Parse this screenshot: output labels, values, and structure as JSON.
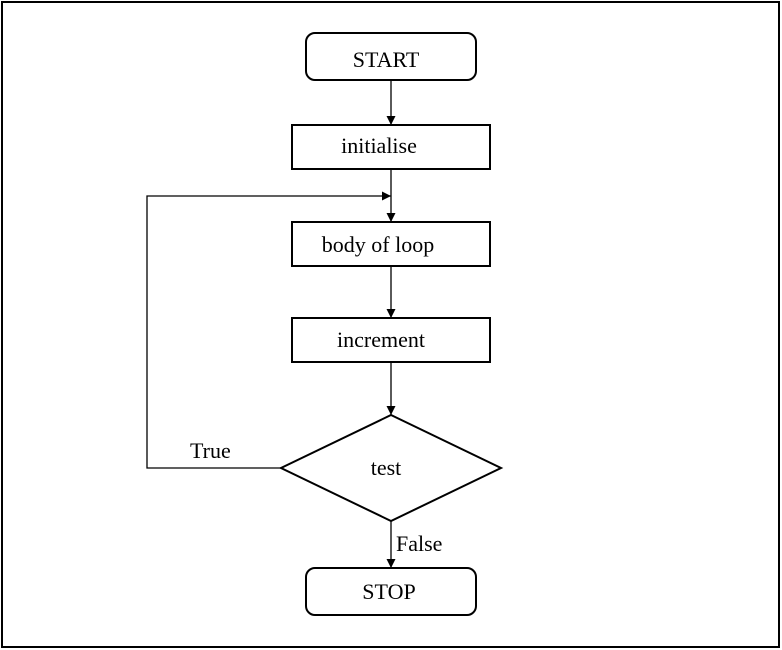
{
  "flowchart": {
    "nodes": {
      "start": "START",
      "initialise": "initialise",
      "body": "body of loop",
      "increment": "increment",
      "test": "test",
      "stop": "STOP"
    },
    "edges": {
      "true_label": "True",
      "false_label": "False"
    }
  },
  "colors": {
    "stroke": "#000000",
    "background": "#ffffff"
  }
}
